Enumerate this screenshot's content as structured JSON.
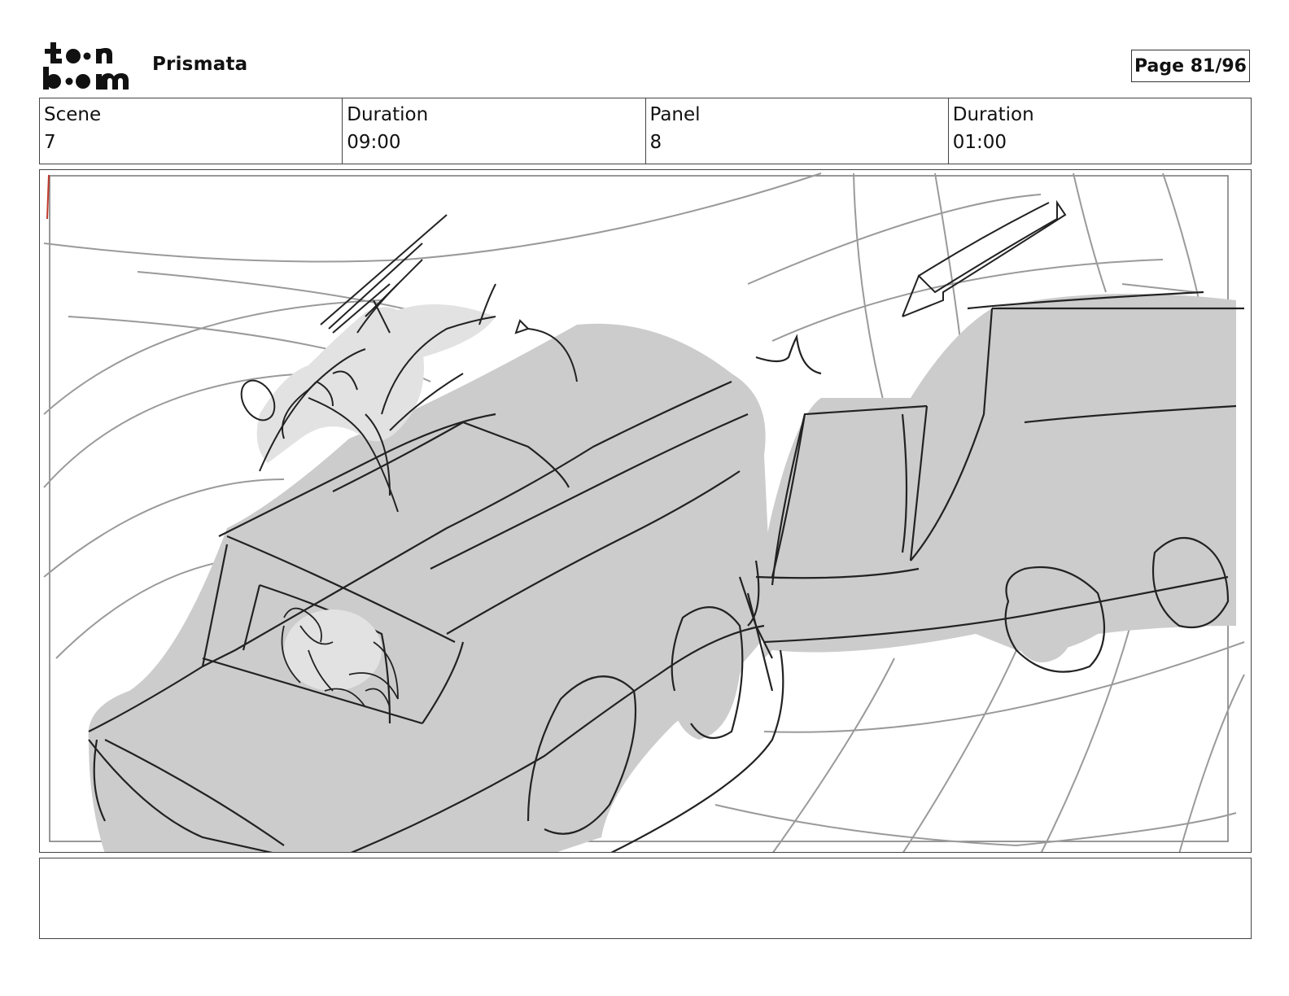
{
  "header": {
    "project_title": "Prismata",
    "page_label": "Page 81/96",
    "logo_text": "toon boom"
  },
  "info": [
    {
      "label": "Scene",
      "value": "7"
    },
    {
      "label": "Duration",
      "value": "09:00"
    },
    {
      "label": "Panel",
      "value": "8"
    },
    {
      "label": "Duration",
      "value": "01:00"
    }
  ],
  "notes": {
    "text": ""
  },
  "colors": {
    "sketch_fill": "#cccccc",
    "line": "#222222",
    "grid": "#9a9a9a",
    "border": "#444444"
  }
}
